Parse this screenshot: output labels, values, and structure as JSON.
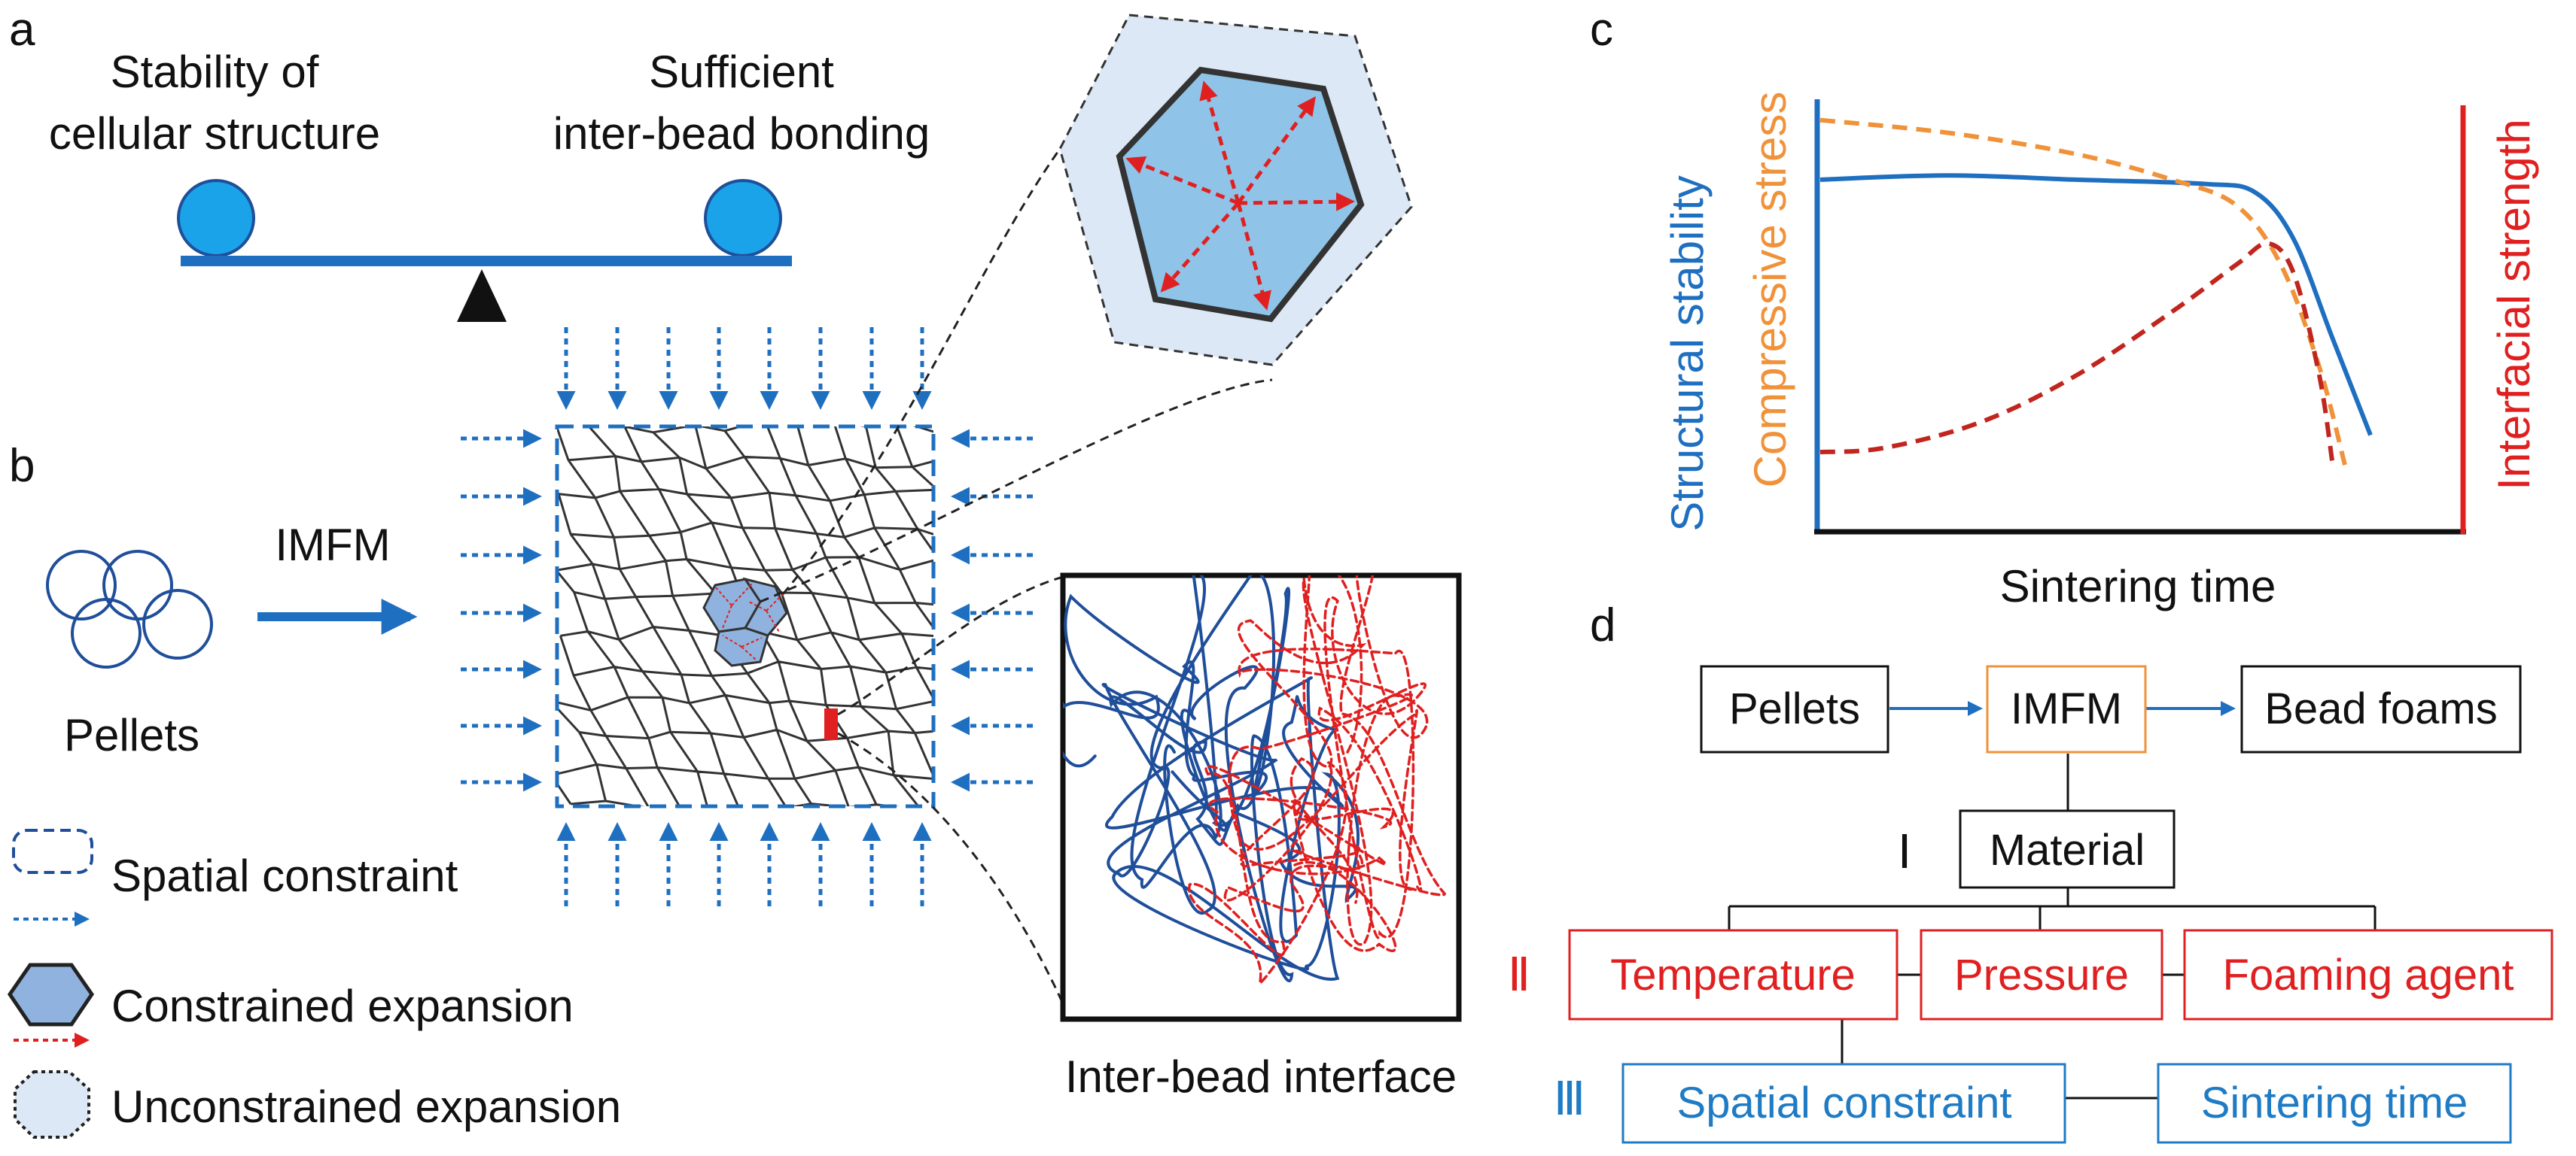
{
  "colors": {
    "blue": "#1F6FC1",
    "navy": "#1F4E9A",
    "red": "#E02020",
    "dark_red": "#C0261E",
    "orange": "#F0923A",
    "light_blue_fill": "#8FC3E8",
    "pale_blue_fill": "#DCE8F5",
    "gray_line": "#333333",
    "box_red": "#E02020",
    "box_blue": "#1F7BC4",
    "box_orange": "#F0923A"
  },
  "panel_a": {
    "label": "a",
    "left_text_1": "Stability of",
    "left_text_2": "cellular structure",
    "right_text_1": "Sufficient",
    "right_text_2": "inter-bead bonding"
  },
  "panel_b": {
    "label": "b",
    "process_label": "IMFM",
    "pellets_label": "Pellets",
    "interface_label": "Inter-bead interface",
    "legend": [
      {
        "icon": "dashed-rounded-rect-icon",
        "text": "Spatial constraint"
      },
      {
        "icon": "blue-hexagon-icon",
        "text": "Constrained expansion"
      },
      {
        "icon": "dotted-circle-icon",
        "text": "Unconstrained expansion"
      }
    ]
  },
  "panel_c": {
    "label": "c",
    "chart_data": {
      "type": "line",
      "xlabel": "Sintering time",
      "ylabel_left_1": "Structural stability",
      "ylabel_left_2": "Compressive stress",
      "ylabel_right": "Interfacial strength",
      "series": [
        {
          "name": "Structural stability",
          "color": "#1F6FC1",
          "style": "solid",
          "points": [
            [
              0.0,
              0.82
            ],
            [
              0.2,
              0.83
            ],
            [
              0.4,
              0.82
            ],
            [
              0.6,
              0.81
            ],
            [
              0.68,
              0.79
            ],
            [
              0.74,
              0.68
            ],
            [
              0.8,
              0.45
            ],
            [
              0.86,
              0.22
            ]
          ]
        },
        {
          "name": "Compressive stress",
          "color": "#F0923A",
          "style": "dashed",
          "points": [
            [
              0.0,
              0.96
            ],
            [
              0.2,
              0.93
            ],
            [
              0.4,
              0.88
            ],
            [
              0.55,
              0.82
            ],
            [
              0.65,
              0.76
            ],
            [
              0.72,
              0.62
            ],
            [
              0.78,
              0.38
            ],
            [
              0.82,
              0.15
            ]
          ]
        },
        {
          "name": "Interfacial strength",
          "color": "#C0261E",
          "style": "dashed",
          "points": [
            [
              0.0,
              0.18
            ],
            [
              0.1,
              0.19
            ],
            [
              0.25,
              0.25
            ],
            [
              0.4,
              0.36
            ],
            [
              0.55,
              0.51
            ],
            [
              0.65,
              0.62
            ],
            [
              0.7,
              0.67
            ],
            [
              0.74,
              0.6
            ],
            [
              0.78,
              0.36
            ],
            [
              0.8,
              0.16
            ]
          ]
        }
      ]
    }
  },
  "panel_d": {
    "label": "d",
    "nodes": {
      "pellets": "Pellets",
      "imfm": "IMFM",
      "bead_foams": "Bead foams",
      "material": "Material",
      "temperature": "Temperature",
      "pressure": "Pressure",
      "foaming_agent": "Foaming agent",
      "spatial_constraint": "Spatial constraint",
      "sintering_time": "Sintering time"
    },
    "levels": {
      "level1": "Ⅰ",
      "level2": "Ⅱ",
      "level3": "Ⅲ"
    }
  }
}
